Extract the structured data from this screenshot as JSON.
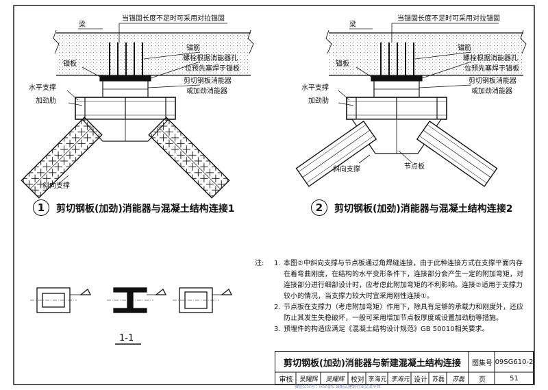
{
  "drawing1": {
    "labels": {
      "note": "当锚固长度不足时可采用对拉锚固",
      "beam": "梁",
      "anchor": "锚筋",
      "plate": "锚板",
      "bolt1": "螺栓根据消能器孔",
      "bolt2": "位预先塞焊于锚板",
      "damper1": "剪切钢板消能器",
      "damper2": "或加劲消能器",
      "hbrace": "水平支撑",
      "stiff": "加劲肋",
      "diag": "斜向支撑"
    },
    "number": "1",
    "caption": "剪切钢板(加劲)消能器与混凝土结构连接1"
  },
  "drawing2": {
    "labels": {
      "note": "当锚固长度不足时可采用对拉锚固",
      "beam": "梁",
      "anchor": "锚筋",
      "plate": "锚板",
      "bolt1": "螺栓根据消能器孔",
      "bolt2": "位预先塞焊于锚板",
      "damper1": "剪切钢板消能器",
      "damper2": "或加劲消能器",
      "hbrace": "水平支撑",
      "stiff": "加劲肋",
      "diag": "斜向支撑",
      "gusset": "节点板"
    },
    "number": "2",
    "caption": "剪切钢板(加劲)消能器与混凝土结构连接2"
  },
  "section": {
    "label": "1-1"
  },
  "notes": {
    "heading": "注:",
    "items": [
      {
        "num": "1.",
        "lines": [
          "本图②中斜向支撑与节点板通过角焊缝连接，由于此种连接方式在支撑平面内存",
          "在着弯曲刚度，在结构的水平变形条件下，连接部分会产生一定的附加弯矩，对",
          "连接部分进行细部设计时，应考虑此附加弯矩的不利影响。连接②适用于支撑力",
          "较小的情况，当支撑力较大时宜采用刚性连接①。"
        ]
      },
      {
        "num": "2.",
        "lines": [
          "节点板在支撑力（考虑附加弯矩）作用下，除具有足够的承载力和刚度外，还应",
          "防止其发生失稳破坏，一般可采用增加节点板厚度或设置加劲肋等措施。"
        ]
      },
      {
        "num": "3.",
        "lines": [
          "预埋件的构造应满足《混凝土结构设计规范》GB 50010相关要求。"
        ]
      }
    ]
  },
  "titleblock": {
    "title": "剪切钢板(加劲)消能器与新建混凝土结构连接",
    "atlas_label": "图集号",
    "atlas_no": "09SG610-2",
    "review_label": "审核",
    "reviewer": "吴耀辉",
    "proof_label": "校对",
    "proofer": "李海元",
    "design_label": "设计",
    "designer": "苏磊",
    "page_label": "页",
    "page_no": "51",
    "sig1": "吴耀辉",
    "sig2": "李海元",
    "sig3": "苏磊"
  },
  "footer": "微信公众号：ikongfu 装配式建筑行业交流平台"
}
